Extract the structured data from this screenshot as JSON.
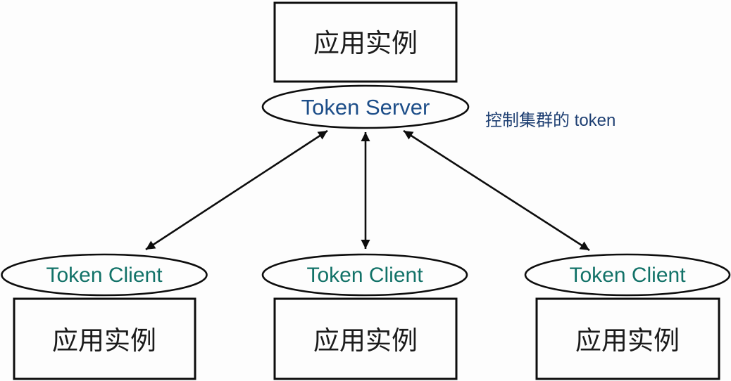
{
  "diagram": {
    "type": "topology-diagram",
    "description": "Sentinel cluster flow control topology: one Token Server embedded with an application instance coordinates tokens for three Token Clients, each embedded with an application instance."
  },
  "colors": {
    "background": "#fdfdfd",
    "outline": "#0d0d0d",
    "box_label": "#1b1b1b",
    "server_label": "#1d4e89",
    "client_label": "#127268",
    "annotation": "#1e3f72"
  },
  "nodes": {
    "top_box": {
      "label": "应用实例"
    },
    "token_server": {
      "label": "Token Server"
    },
    "annotation": {
      "text": "控制集群的 token"
    },
    "clients": [
      {
        "ellipse_label": "Token Client",
        "box_label": "应用实例"
      },
      {
        "ellipse_label": "Token Client",
        "box_label": "应用实例"
      },
      {
        "ellipse_label": "Token Client",
        "box_label": "应用实例"
      }
    ]
  },
  "edges": [
    {
      "from": "Token Server",
      "to": "Token Client (left)",
      "style": "bidirectional-arrow"
    },
    {
      "from": "Token Server",
      "to": "Token Client (middle)",
      "style": "bidirectional-arrow"
    },
    {
      "from": "Token Server",
      "to": "Token Client (right)",
      "style": "bidirectional-arrow"
    }
  ]
}
